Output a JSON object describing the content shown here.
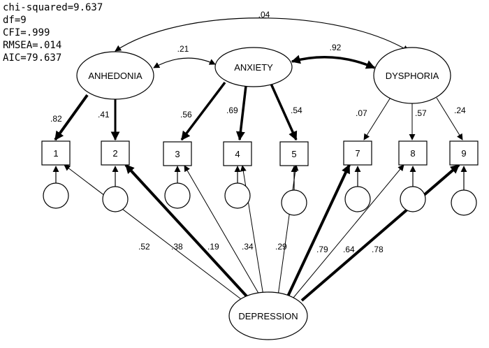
{
  "fit_stats": {
    "chi_squared": "chi-squared=9.637",
    "df": "df=9",
    "cfi": "CFI=.999",
    "rmsea": "RMSEA=.014",
    "aic": "AIC=79.637"
  },
  "factors": {
    "anhedonia": "ANHEDONIA",
    "anxiety": "ANXIETY",
    "dysphoria": "DYSPHORIA",
    "depression": "DEPRESSION"
  },
  "indicators": [
    "1",
    "2",
    "3",
    "4",
    "5",
    "7",
    "8",
    "9"
  ],
  "covariances": {
    "anhedonia_anxiety": ".21",
    "anxiety_dysphoria": ".92",
    "anhedonia_dysphoria": ".04"
  },
  "specific_loadings": [
    ".82",
    ".41",
    ".56",
    ".69",
    ".54",
    ".07",
    ".57",
    ".24"
  ],
  "general_loadings": [
    ".52",
    ".38",
    ".19",
    ".34",
    ".29",
    ".79",
    ".64",
    ".78"
  ],
  "colors": {
    "stroke": "#000000",
    "background": "#ffffff"
  }
}
